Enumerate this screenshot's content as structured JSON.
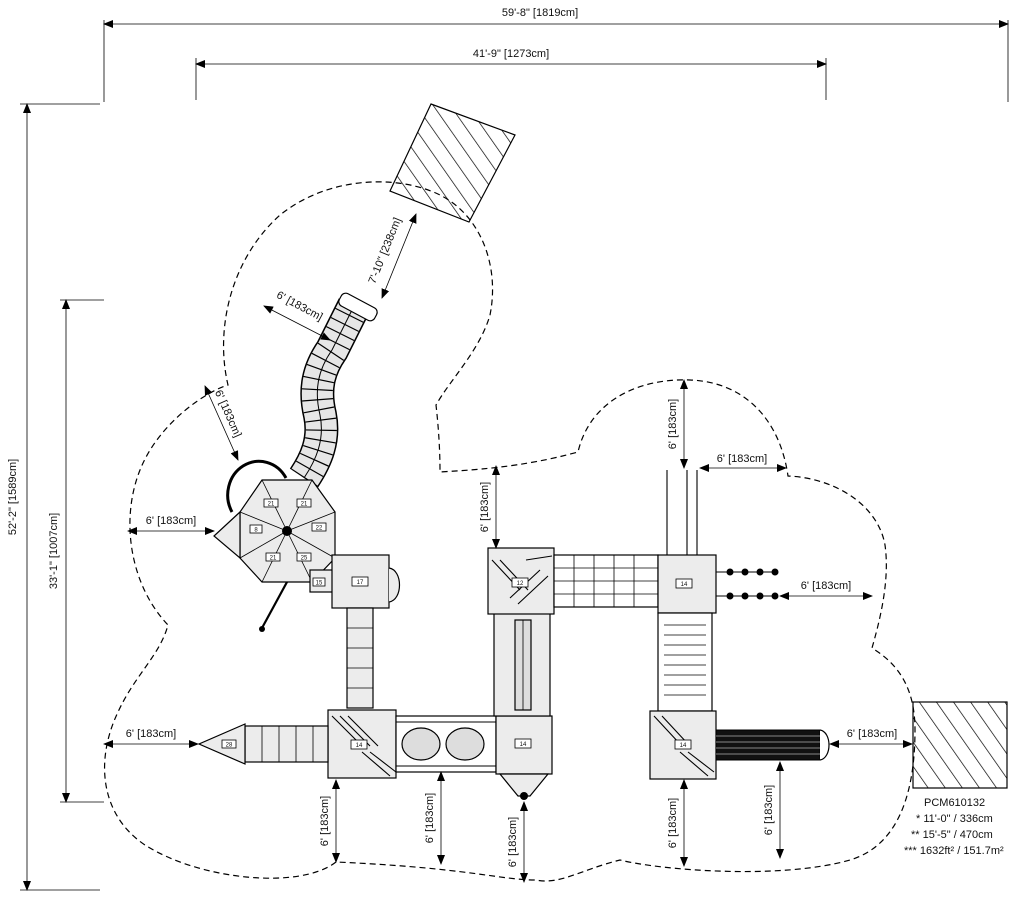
{
  "dimensions": {
    "overall_width": "59'-8\" [1819cm]",
    "inner_width": "41'-9\" [1273cm]",
    "overall_height": "52'-2\" [1589cm]",
    "inner_height": "33'-1\" [1007cm]",
    "slide_length": "7'-10\" [238cm]",
    "clearance": "6' [183cm]"
  },
  "deck_labels": {
    "d1": "17",
    "d2": "12",
    "d3": "14",
    "d4": "14",
    "d5": "14",
    "d6": "14",
    "d7": "28",
    "d8": "15",
    "oct": [
      "21",
      "21",
      "22",
      "8",
      "21",
      "25"
    ]
  },
  "info": {
    "model": "PCM610132",
    "line1": "* 11'-0\" / 336cm",
    "line2": "** 15'-5\" / 470cm",
    "line3": "*** 1632ft² / 151.7m²"
  }
}
